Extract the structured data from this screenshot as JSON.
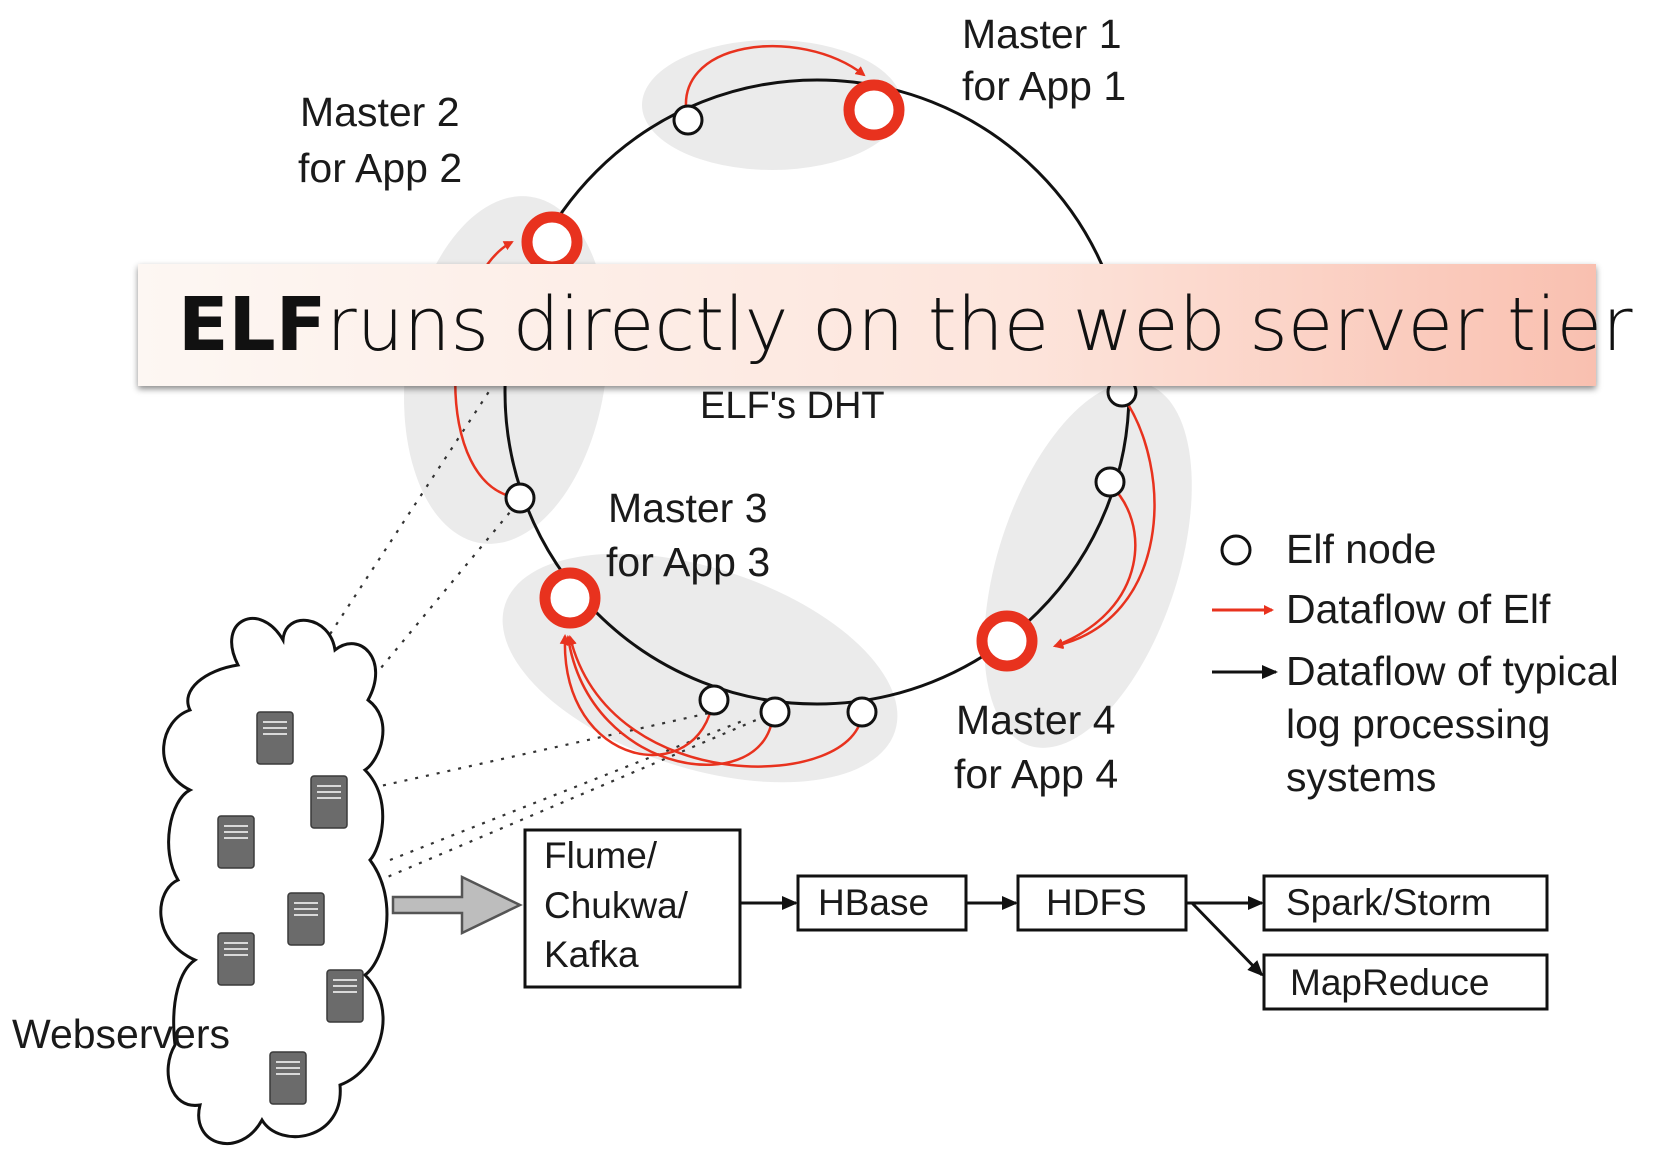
{
  "banner": {
    "bold": "ELF",
    "text": " runs directly on the web server tier"
  },
  "ring": {
    "label": "ELF's DHT"
  },
  "masters": [
    {
      "line1": "Master 1",
      "line2": "for App 1"
    },
    {
      "line1": "Master 2",
      "line2": "for App 2"
    },
    {
      "line1": "Master 3",
      "line2": "for App 3"
    },
    {
      "line1": "Master 4",
      "line2": "for App 4"
    }
  ],
  "legend": {
    "node": "Elf node",
    "elf_flow": "Dataflow of Elf",
    "typical_flow": [
      "Dataflow of typical",
      "log processing",
      "systems"
    ]
  },
  "webservers": {
    "label": "Webservers"
  },
  "pipeline": {
    "ingest": [
      "Flume/",
      "Chukwa/",
      "Kafka"
    ],
    "hbase": "HBase",
    "hdfs": "HDFS",
    "spark": "Spark/Storm",
    "mapreduce": "MapReduce"
  },
  "colors": {
    "elf_red": "#e8321e",
    "cluster_gray": "#ebebeb",
    "server_gray": "#6b6b6b"
  }
}
